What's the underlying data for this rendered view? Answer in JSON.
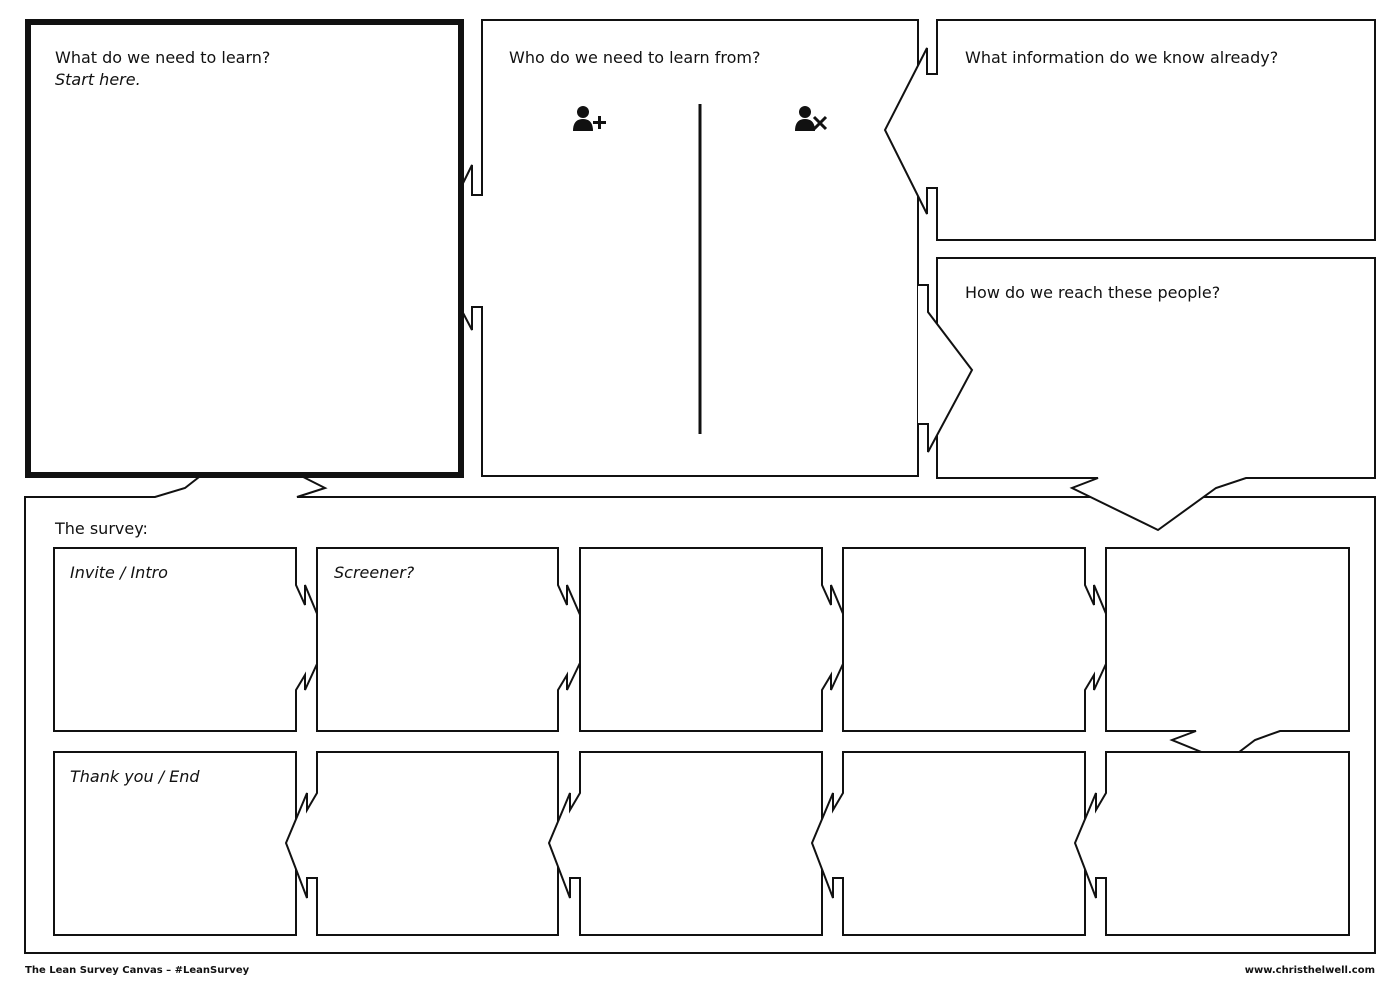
{
  "sections": {
    "learn": {
      "title": "What do we need to learn?",
      "hint": "Start here."
    },
    "who": {
      "title": "Who do we need to learn from?",
      "include_icon": "user-plus-icon",
      "exclude_icon": "user-x-icon"
    },
    "known": {
      "title": "What information do we know already?"
    },
    "reach": {
      "title": "How do we reach these people?"
    },
    "survey": {
      "title": "The survey:",
      "steps_row1": [
        "Invite / Intro",
        "Screener?",
        "",
        "",
        ""
      ],
      "steps_row2": [
        "Thank you / End",
        "",
        "",
        "",
        ""
      ]
    }
  },
  "footer": {
    "left": "The Lean Survey Canvas – #LeanSurvey",
    "right": "www.christhelwell.com"
  }
}
